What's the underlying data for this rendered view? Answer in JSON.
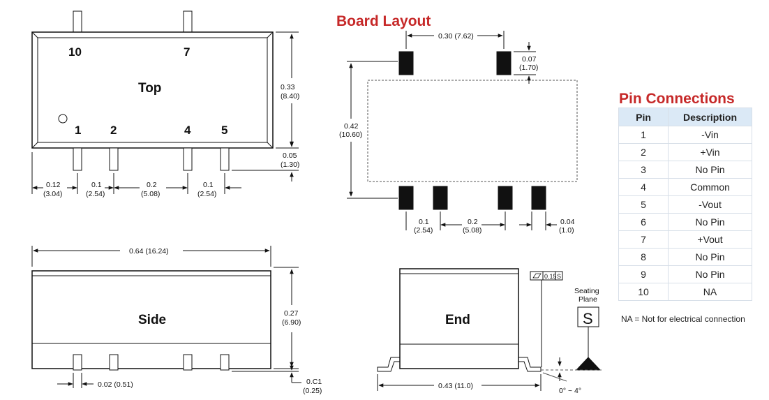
{
  "top_view": {
    "pins_top": [
      "10",
      "7"
    ],
    "pins_bottom": [
      "1",
      "2",
      "4",
      "5"
    ],
    "label": "Top",
    "dims": {
      "height_in": "0.33",
      "height_mm": "(8.40)",
      "pin_len_in": "0.05",
      "pin_len_mm": "(1.30)",
      "offset_in": "0.12",
      "offset_mm": "(3.04)",
      "pitch1_in": "0.1",
      "pitch1_mm": "(2.54)",
      "pitch2_in": "0.2",
      "pitch2_mm": "(5.08)",
      "pitch3_in": "0.1",
      "pitch3_mm": "(2.54)"
    }
  },
  "side_view": {
    "label": "Side",
    "dims": {
      "length": "0.64 (16.24)",
      "height_in": "0.27",
      "height_mm": "(6.90)",
      "pin_width": "0.02 (0.51)",
      "standoff_in": "0.C1",
      "standoff_mm": "(0.25)"
    }
  },
  "board_layout": {
    "title": "Board Layout",
    "dims": {
      "top_pitch": "0.30 (7.62)",
      "pad_len_in": "0.07",
      "pad_len_mm": "(1.70)",
      "row_sep_in": "0.42",
      "row_sep_mm": "(10.60)",
      "pitch1_in": "0.1",
      "pitch1_mm": "(2.54)",
      "pitch2_in": "0.2",
      "pitch2_mm": "(5.08)",
      "pad_w_in": "0.04",
      "pad_w_mm": "(1.0)"
    }
  },
  "end_view": {
    "label": "End",
    "coplanarity": "0.15",
    "datum": "S",
    "seating_plane_1": "Seating",
    "seating_plane_2": "Plane",
    "datum_box": "S",
    "width": "0.43 (11.0)",
    "angle": "0° ~ 4°"
  },
  "pin_connections": {
    "title": "Pin Connections",
    "headers": [
      "Pin",
      "Description"
    ],
    "rows": [
      {
        "pin": "1",
        "desc": "-Vin"
      },
      {
        "pin": "2",
        "desc": "+Vin"
      },
      {
        "pin": "3",
        "desc": "No Pin"
      },
      {
        "pin": "4",
        "desc": "Common"
      },
      {
        "pin": "5",
        "desc": "-Vout"
      },
      {
        "pin": "6",
        "desc": "No Pin"
      },
      {
        "pin": "7",
        "desc": "+Vout"
      },
      {
        "pin": "8",
        "desc": "No Pin"
      },
      {
        "pin": "9",
        "desc": "No Pin"
      },
      {
        "pin": "10",
        "desc": "NA"
      }
    ],
    "note": "NA = Not for  electrical  connection"
  }
}
